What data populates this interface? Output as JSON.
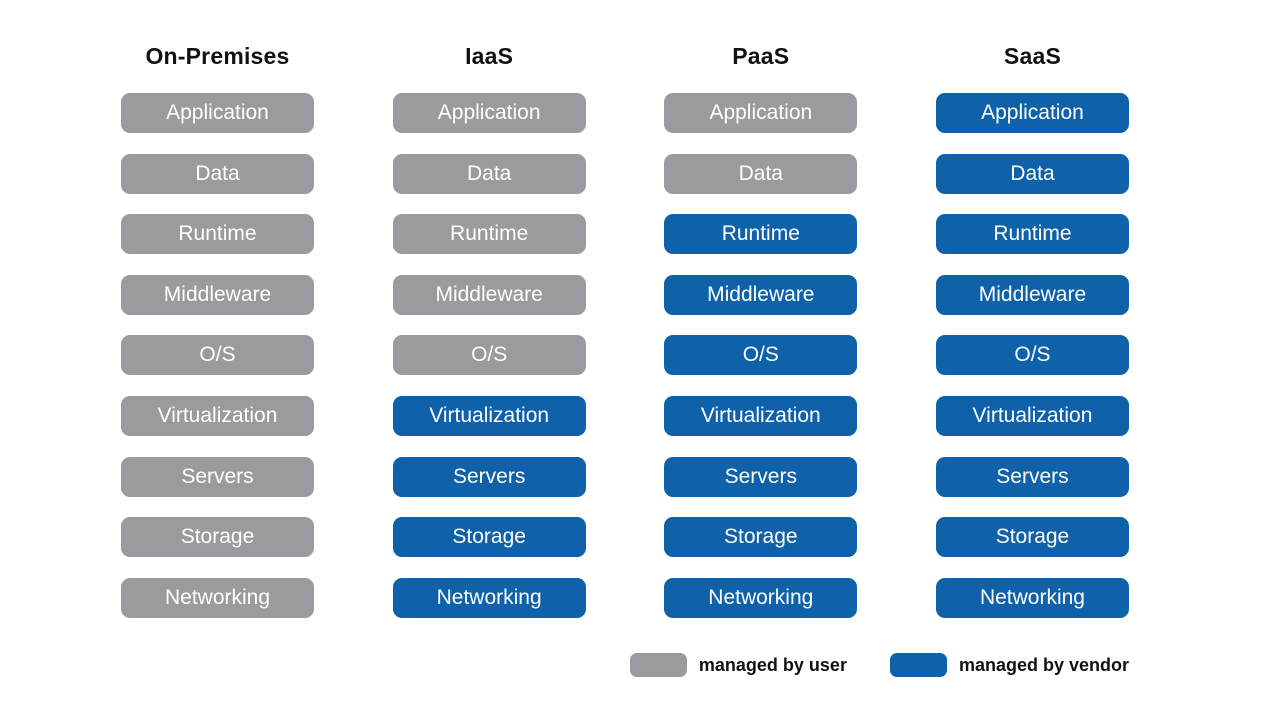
{
  "diagram": {
    "columns": [
      {
        "title": "On-Premises",
        "layers": [
          {
            "label": "Application",
            "managed_by": "user"
          },
          {
            "label": "Data",
            "managed_by": "user"
          },
          {
            "label": "Runtime",
            "managed_by": "user"
          },
          {
            "label": "Middleware",
            "managed_by": "user"
          },
          {
            "label": "O/S",
            "managed_by": "user"
          },
          {
            "label": "Virtualization",
            "managed_by": "user"
          },
          {
            "label": "Servers",
            "managed_by": "user"
          },
          {
            "label": "Storage",
            "managed_by": "user"
          },
          {
            "label": "Networking",
            "managed_by": "user"
          }
        ]
      },
      {
        "title": "IaaS",
        "layers": [
          {
            "label": "Application",
            "managed_by": "user"
          },
          {
            "label": "Data",
            "managed_by": "user"
          },
          {
            "label": "Runtime",
            "managed_by": "user"
          },
          {
            "label": "Middleware",
            "managed_by": "user"
          },
          {
            "label": "O/S",
            "managed_by": "user"
          },
          {
            "label": "Virtualization",
            "managed_by": "vendor"
          },
          {
            "label": "Servers",
            "managed_by": "vendor"
          },
          {
            "label": "Storage",
            "managed_by": "vendor"
          },
          {
            "label": "Networking",
            "managed_by": "vendor"
          }
        ]
      },
      {
        "title": "PaaS",
        "layers": [
          {
            "label": "Application",
            "managed_by": "user"
          },
          {
            "label": "Data",
            "managed_by": "user"
          },
          {
            "label": "Runtime",
            "managed_by": "vendor"
          },
          {
            "label": "Middleware",
            "managed_by": "vendor"
          },
          {
            "label": "O/S",
            "managed_by": "vendor"
          },
          {
            "label": "Virtualization",
            "managed_by": "vendor"
          },
          {
            "label": "Servers",
            "managed_by": "vendor"
          },
          {
            "label": "Storage",
            "managed_by": "vendor"
          },
          {
            "label": "Networking",
            "managed_by": "vendor"
          }
        ]
      },
      {
        "title": "SaaS",
        "layers": [
          {
            "label": "Application",
            "managed_by": "vendor"
          },
          {
            "label": "Data",
            "managed_by": "vendor"
          },
          {
            "label": "Runtime",
            "managed_by": "vendor"
          },
          {
            "label": "Middleware",
            "managed_by": "vendor"
          },
          {
            "label": "O/S",
            "managed_by": "vendor"
          },
          {
            "label": "Virtualization",
            "managed_by": "vendor"
          },
          {
            "label": "Servers",
            "managed_by": "vendor"
          },
          {
            "label": "Storage",
            "managed_by": "vendor"
          },
          {
            "label": "Networking",
            "managed_by": "vendor"
          }
        ]
      }
    ]
  },
  "legend": {
    "items": [
      {
        "label": "managed by user",
        "key": "user"
      },
      {
        "label": "managed by vendor",
        "key": "vendor"
      }
    ]
  },
  "colors": {
    "user": "#999b9f",
    "vendor": "#0f61a9",
    "box_text": "#ffffff",
    "heading_text": "#111111",
    "background": "#ffffff"
  }
}
